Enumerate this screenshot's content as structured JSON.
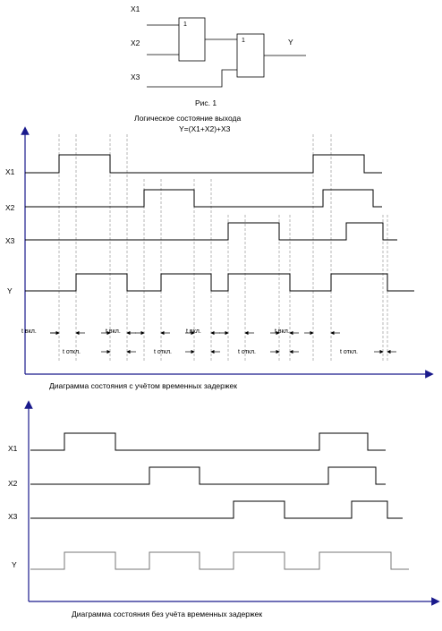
{
  "circuit": {
    "inputs": [
      "X1",
      "X2",
      "X3"
    ],
    "output": "Y",
    "gate1_symbol": "1",
    "gate2_symbol": "1",
    "caption": "Рис. 1"
  },
  "diagram1": {
    "title_line1": "Логическое состояние выхода",
    "title_line2": "Y=(X1+X2)+X3",
    "signals": [
      "X1",
      "X2",
      "X3",
      "Y"
    ],
    "t_on": "t вкл.",
    "t_off": "t откл.",
    "caption": "Диаграмма состояния с учётом временных задержек"
  },
  "diagram2": {
    "signals": [
      "X1",
      "X2",
      "X3",
      "Y"
    ],
    "caption": "Диаграмма состояния без учёта временных задержек"
  },
  "colors": {
    "axis": "#1a1a8c",
    "signal": "#000000",
    "ideal_output": "#777777"
  }
}
